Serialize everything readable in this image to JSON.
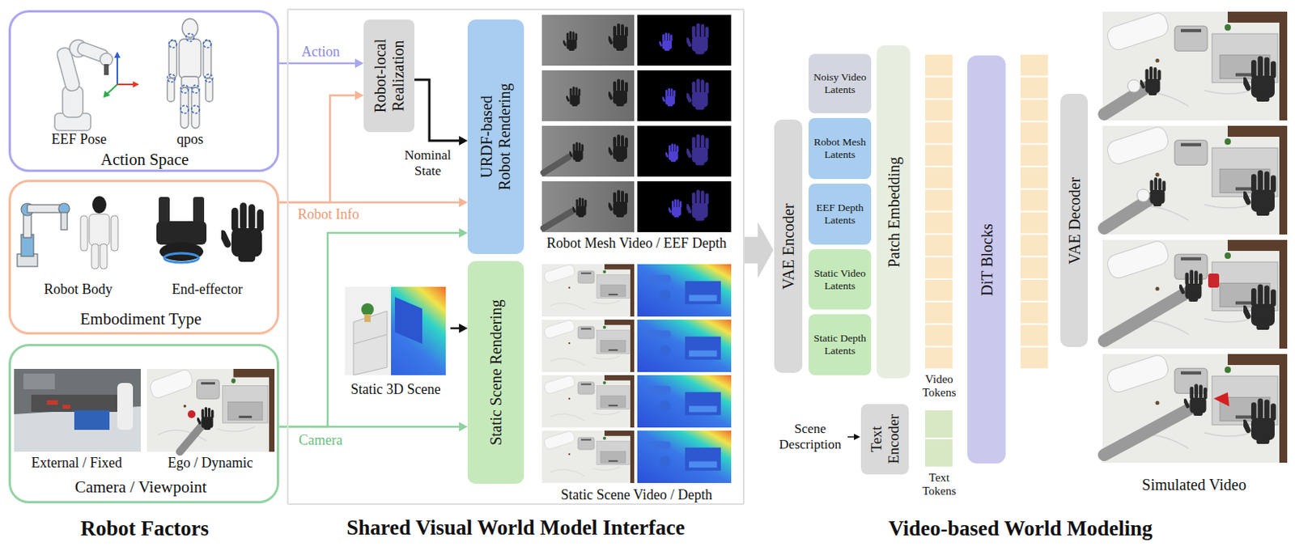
{
  "diagram": {
    "nodes": [
      {
        "text": [
          "EEF Pose",
          "qpos",
          "Action Space"
        ]
      },
      {
        "text": [
          "Robot Body",
          "End-effector",
          "Embodiment Type"
        ]
      },
      {
        "text": [
          "External / Fixed",
          "Ego / Dynamic",
          "Camera / Viewpoint"
        ]
      },
      {
        "text": [
          "Shared Visual World Model Interface"
        ]
      },
      {
        "text": [
          "Robot-local Realization"
        ],
        "in": 3
      },
      {
        "text": [
          "URDF-based Robot Rendering"
        ],
        "in": 3
      },
      {
        "text": [
          "Static Scene Rendering"
        ],
        "in": 3
      },
      {
        "text": [
          "Static 3D Scene"
        ],
        "in": 3
      },
      {
        "text": [
          "VAE Encoder"
        ]
      },
      {
        "text": [
          "Noisy Video Latents"
        ]
      },
      {
        "text": [
          "Robot Mesh Latents"
        ]
      },
      {
        "text": [
          "EEF Depth Latents"
        ]
      },
      {
        "text": [
          "Static Video Latents"
        ]
      },
      {
        "text": [
          "Static Depth Latents"
        ]
      },
      {
        "text": [
          "Patch Embedding"
        ]
      },
      {
        "text": [
          "Text Encoder"
        ]
      },
      {
        "text": [
          "DiT Blocks"
        ]
      },
      {
        "text": [
          "VAE Decoder"
        ]
      }
    ],
    "edges": [
      {
        "from": 0,
        "to": 4,
        "arrow": "to",
        "label": "Action"
      },
      {
        "from": 1,
        "to": 4,
        "arrow": "to"
      },
      {
        "from": 1,
        "to": 5,
        "arrow": "to",
        "label": "Robot Info"
      },
      {
        "from": 2,
        "to": 5,
        "arrow": "to"
      },
      {
        "from": 2,
        "to": 6,
        "arrow": "to",
        "label": "Camera"
      },
      {
        "from": 4,
        "to": 5,
        "arrow": "to",
        "label": "Nominal State"
      },
      {
        "from": 7,
        "to": 6,
        "arrow": "to"
      },
      {
        "from": 3,
        "to": 8,
        "arrow": "to"
      }
    ],
    "labels": [
      "Robot Mesh Video / EEF Depth",
      "Static Scene Video / Depth",
      "Scene Description",
      "Video Tokens",
      "Text Tokens",
      "Simulated Video",
      "Robot Factors",
      "Video-based World Modeling"
    ]
  }
}
